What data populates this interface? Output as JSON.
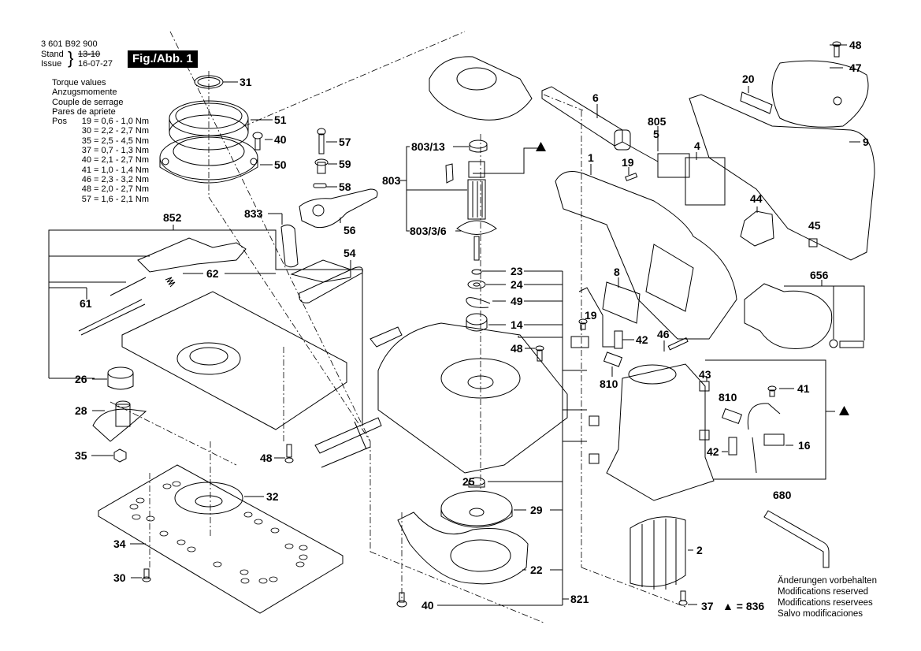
{
  "header": {
    "part_number": "3 601 B92 900",
    "stand_label": "Stand",
    "issue_label": "Issue",
    "old_date": "13-10",
    "issue_date": "16-07-27",
    "figure_label": "Fig./Abb. 1"
  },
  "torque": {
    "titles": [
      "Torque values",
      "Anzugsmomente",
      "Couple de serrage",
      "Pares de apriete"
    ],
    "pos_label": "Pos",
    "values": [
      {
        "pos": "19",
        "range": "= 0,6 - 1,0 Nm"
      },
      {
        "pos": "30",
        "range": "= 2,2 - 2,7 Nm"
      },
      {
        "pos": "35",
        "range": "= 2,5 - 4,5 Nm"
      },
      {
        "pos": "37",
        "range": "= 0,7 - 1,3 Nm"
      },
      {
        "pos": "40",
        "range": "= 2,1 - 2,7 Nm"
      },
      {
        "pos": "41",
        "range": "= 1,0 - 1,4 Nm"
      },
      {
        "pos": "46",
        "range": "= 2,3 - 3,2 Nm"
      },
      {
        "pos": "48",
        "range": "= 2,0 - 2,7 Nm"
      },
      {
        "pos": "57",
        "range": "= 1,6 - 2,1 Nm"
      }
    ]
  },
  "callouts": {
    "c31": "31",
    "c51": "51",
    "c40a": "40",
    "c50": "50",
    "c57": "57",
    "c59": "59",
    "c58": "58",
    "c56": "56",
    "c833": "833",
    "c54": "54",
    "c852": "852",
    "c62": "62",
    "c61": "61",
    "c26": "26",
    "c28": "28",
    "c35": "35",
    "c48a": "48",
    "c32": "32",
    "c34": "34",
    "c30": "30",
    "c803": "803",
    "c803_13": "803/13",
    "c803_3_6": "803/3/6",
    "c23": "23",
    "c24": "24",
    "c49": "49",
    "c14": "14",
    "c48b": "48",
    "c25": "25",
    "c29": "29",
    "c22": "22",
    "c821": "821",
    "c40b": "40",
    "c6": "6",
    "c805": "805",
    "c5": "5",
    "c4": "4",
    "c19a": "19",
    "c1": "1",
    "c20": "20",
    "c48c": "48",
    "c47": "47",
    "c9": "9",
    "c44": "44",
    "c45": "45",
    "c656": "656",
    "c8": "8",
    "c19b": "19",
    "c42a": "42",
    "c46": "46",
    "c810a": "810",
    "c43": "43",
    "c41": "41",
    "c810b": "810",
    "c42b": "42",
    "c16": "16",
    "c680": "680",
    "c2": "2",
    "c37": "37"
  },
  "legend": {
    "triangle_symbol": "▲",
    "triangle_text": "= 836"
  },
  "notes": [
    "Änderungen vorbehalten",
    "Modifications reserved",
    "Modifications reservees",
    "Salvo modificaciones"
  ]
}
